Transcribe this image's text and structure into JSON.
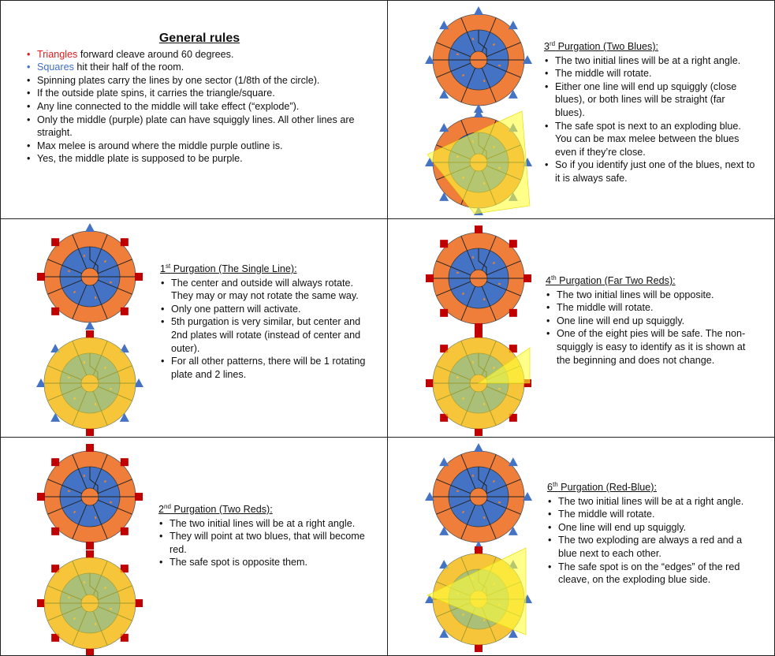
{
  "colors": {
    "orange": "#ee7e3a",
    "blue": "#4472c4",
    "purple_center": "#ee7e3a",
    "triangle": "#4472c4",
    "square": "#c00000",
    "cleave": "#ffff3a"
  },
  "general": {
    "title": "General rules",
    "items": [
      {
        "lead": "Triangles",
        "lead_color": "red",
        "rest": " forward cleave around 60 degrees."
      },
      {
        "lead": "Squares",
        "lead_color": "blue",
        "rest": " hit their half of the room."
      },
      {
        "lead": "",
        "rest": "Spinning plates carry the lines by one sector (1/8th of the circle)."
      },
      {
        "lead": "",
        "rest": "If the outside plate spins, it carries the triangle/square."
      },
      {
        "lead": "",
        "rest": "Any line connected to the middle will take effect (“explode”)."
      },
      {
        "lead": "",
        "rest": "Only the middle (purple) plate can have squiggly lines. All other lines are straight."
      },
      {
        "lead": "",
        "rest": "Max melee is around where the middle purple outline is."
      },
      {
        "lead": "",
        "rest": "Yes, the middle plate is supposed to be purple."
      }
    ]
  },
  "p3": {
    "num": "3",
    "sup": "rd",
    "title": " Purgation (Two Blues):",
    "items": [
      "The two initial lines will be at a right angle.",
      "The middle will rotate.",
      "Either one line will end up squiggly (close blues), or both lines will be straight (far blues).",
      "The safe spot is next to an exploding blue. You can be max melee between the blues even if they’re close.",
      "So if you identify just one of the blues, next to it is always safe."
    ]
  },
  "p1": {
    "num": "1",
    "sup": "st",
    "title": " Purgation (The Single Line):",
    "items": [
      "The center and outside will always rotate. They may or may not rotate the same way.",
      "Only one pattern will activate.",
      "5th purgation is very similar, but center and 2nd plates will rotate (instead of center and outer).",
      "For all other patterns, there will be 1 rotating plate and 2 lines."
    ]
  },
  "p4": {
    "num": "4",
    "sup": "th",
    "title": " Purgation (Far Two Reds):",
    "items": [
      "The two initial lines will be opposite.",
      "The middle will rotate.",
      "One line will end up squiggly.",
      "One of the eight pies will be safe. The non-squiggly is easy to identify as it is shown at the beginning and does not change."
    ]
  },
  "p2": {
    "num": "2",
    "sup": "nd",
    "title": " Purgation (Two Reds):",
    "items": [
      "The two initial lines will be at a right angle.",
      "They will point at two blues, that will become red.",
      "The safe spot is opposite them."
    ]
  },
  "p6": {
    "num": "6",
    "sup": "th",
    "title": " Purgation (Red-Blue):",
    "items": [
      "The two initial lines will be at a right angle.",
      "The middle will rotate.",
      "One line will end up squiggly.",
      "The two exploding are always a red and a blue next to each other.",
      "The safe spot is on the “edges” of the red cleave, on the exploding blue side."
    ]
  }
}
